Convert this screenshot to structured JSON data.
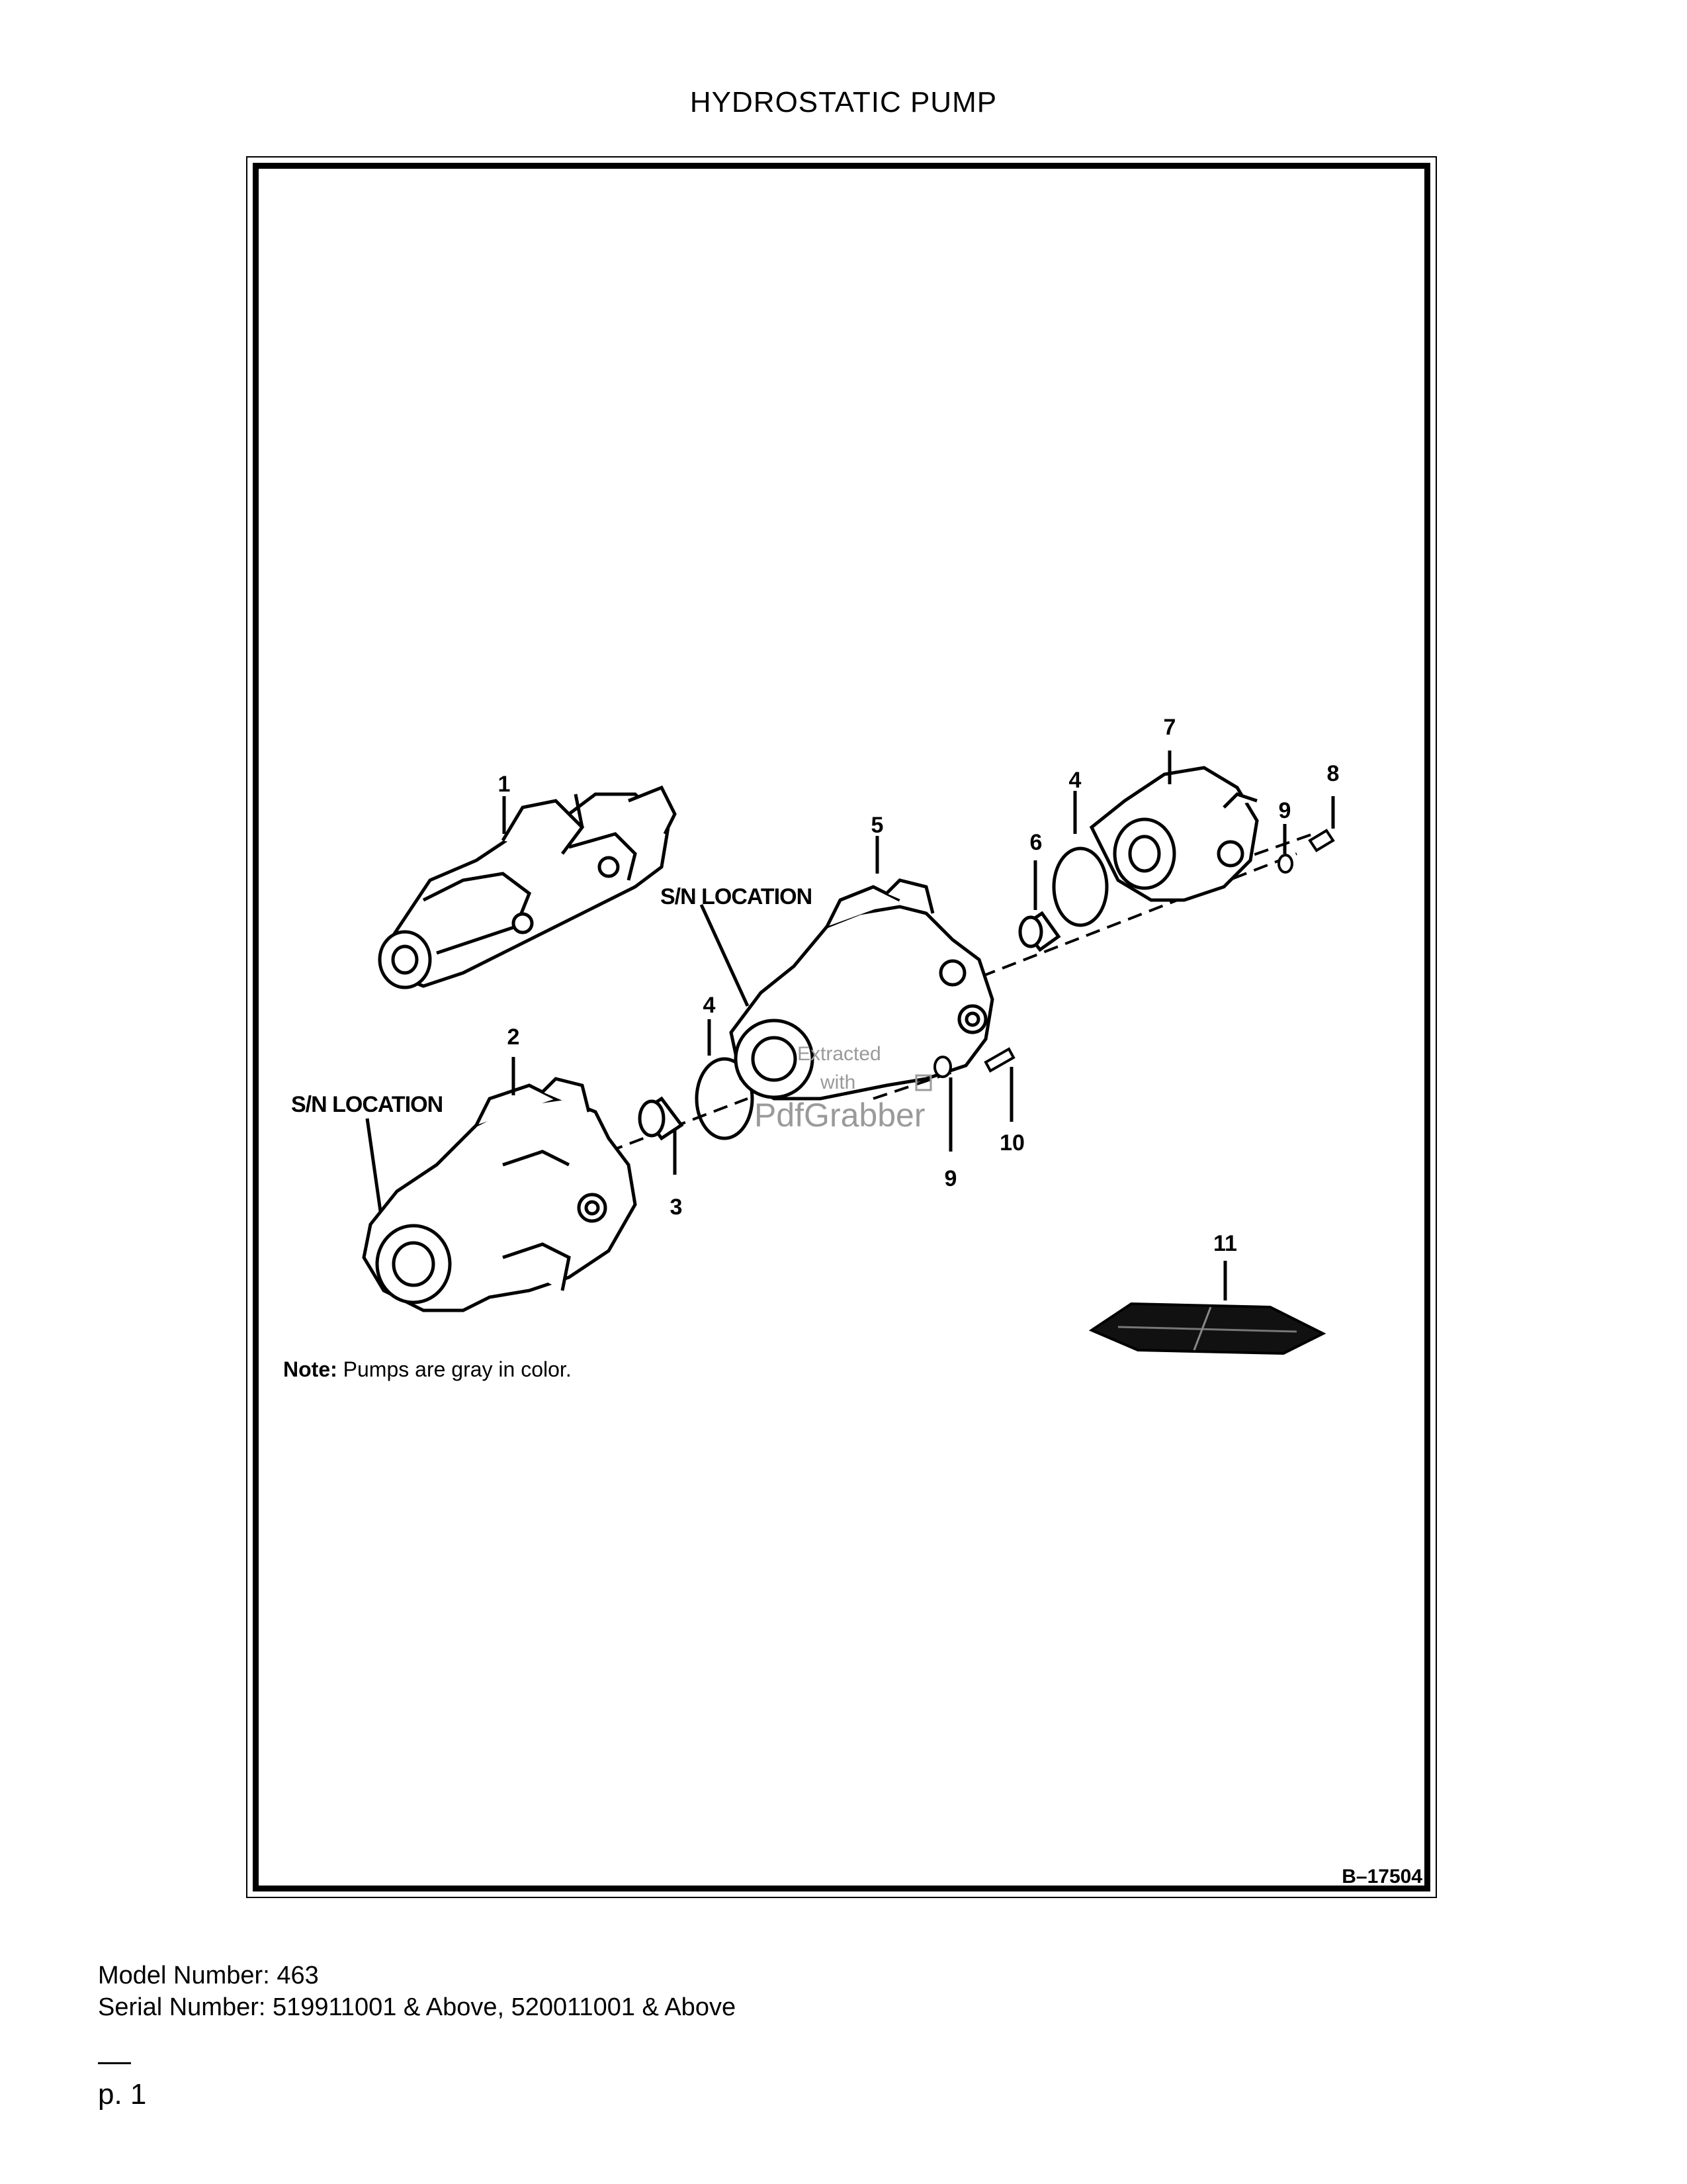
{
  "page": {
    "title": "HYDROSTATIC PUMP"
  },
  "diagram": {
    "callouts": [
      "1",
      "2",
      "3",
      "4",
      "4",
      "5",
      "6",
      "7",
      "8",
      "9",
      "9",
      "10",
      "11"
    ],
    "sn_location_label": "S/N LOCATION",
    "note_label": "Note:",
    "note_text": " Pumps are gray in color.",
    "figure_id": "B–17504",
    "watermark_line1": "Extracted",
    "watermark_line2": "with",
    "watermark_brand": "PdfGrabber"
  },
  "footer": {
    "model_line": "Model Number: 463",
    "serial_line": "Serial Number: 519911001 & Above, 520011001 & Above",
    "page_number": "p. 1"
  }
}
